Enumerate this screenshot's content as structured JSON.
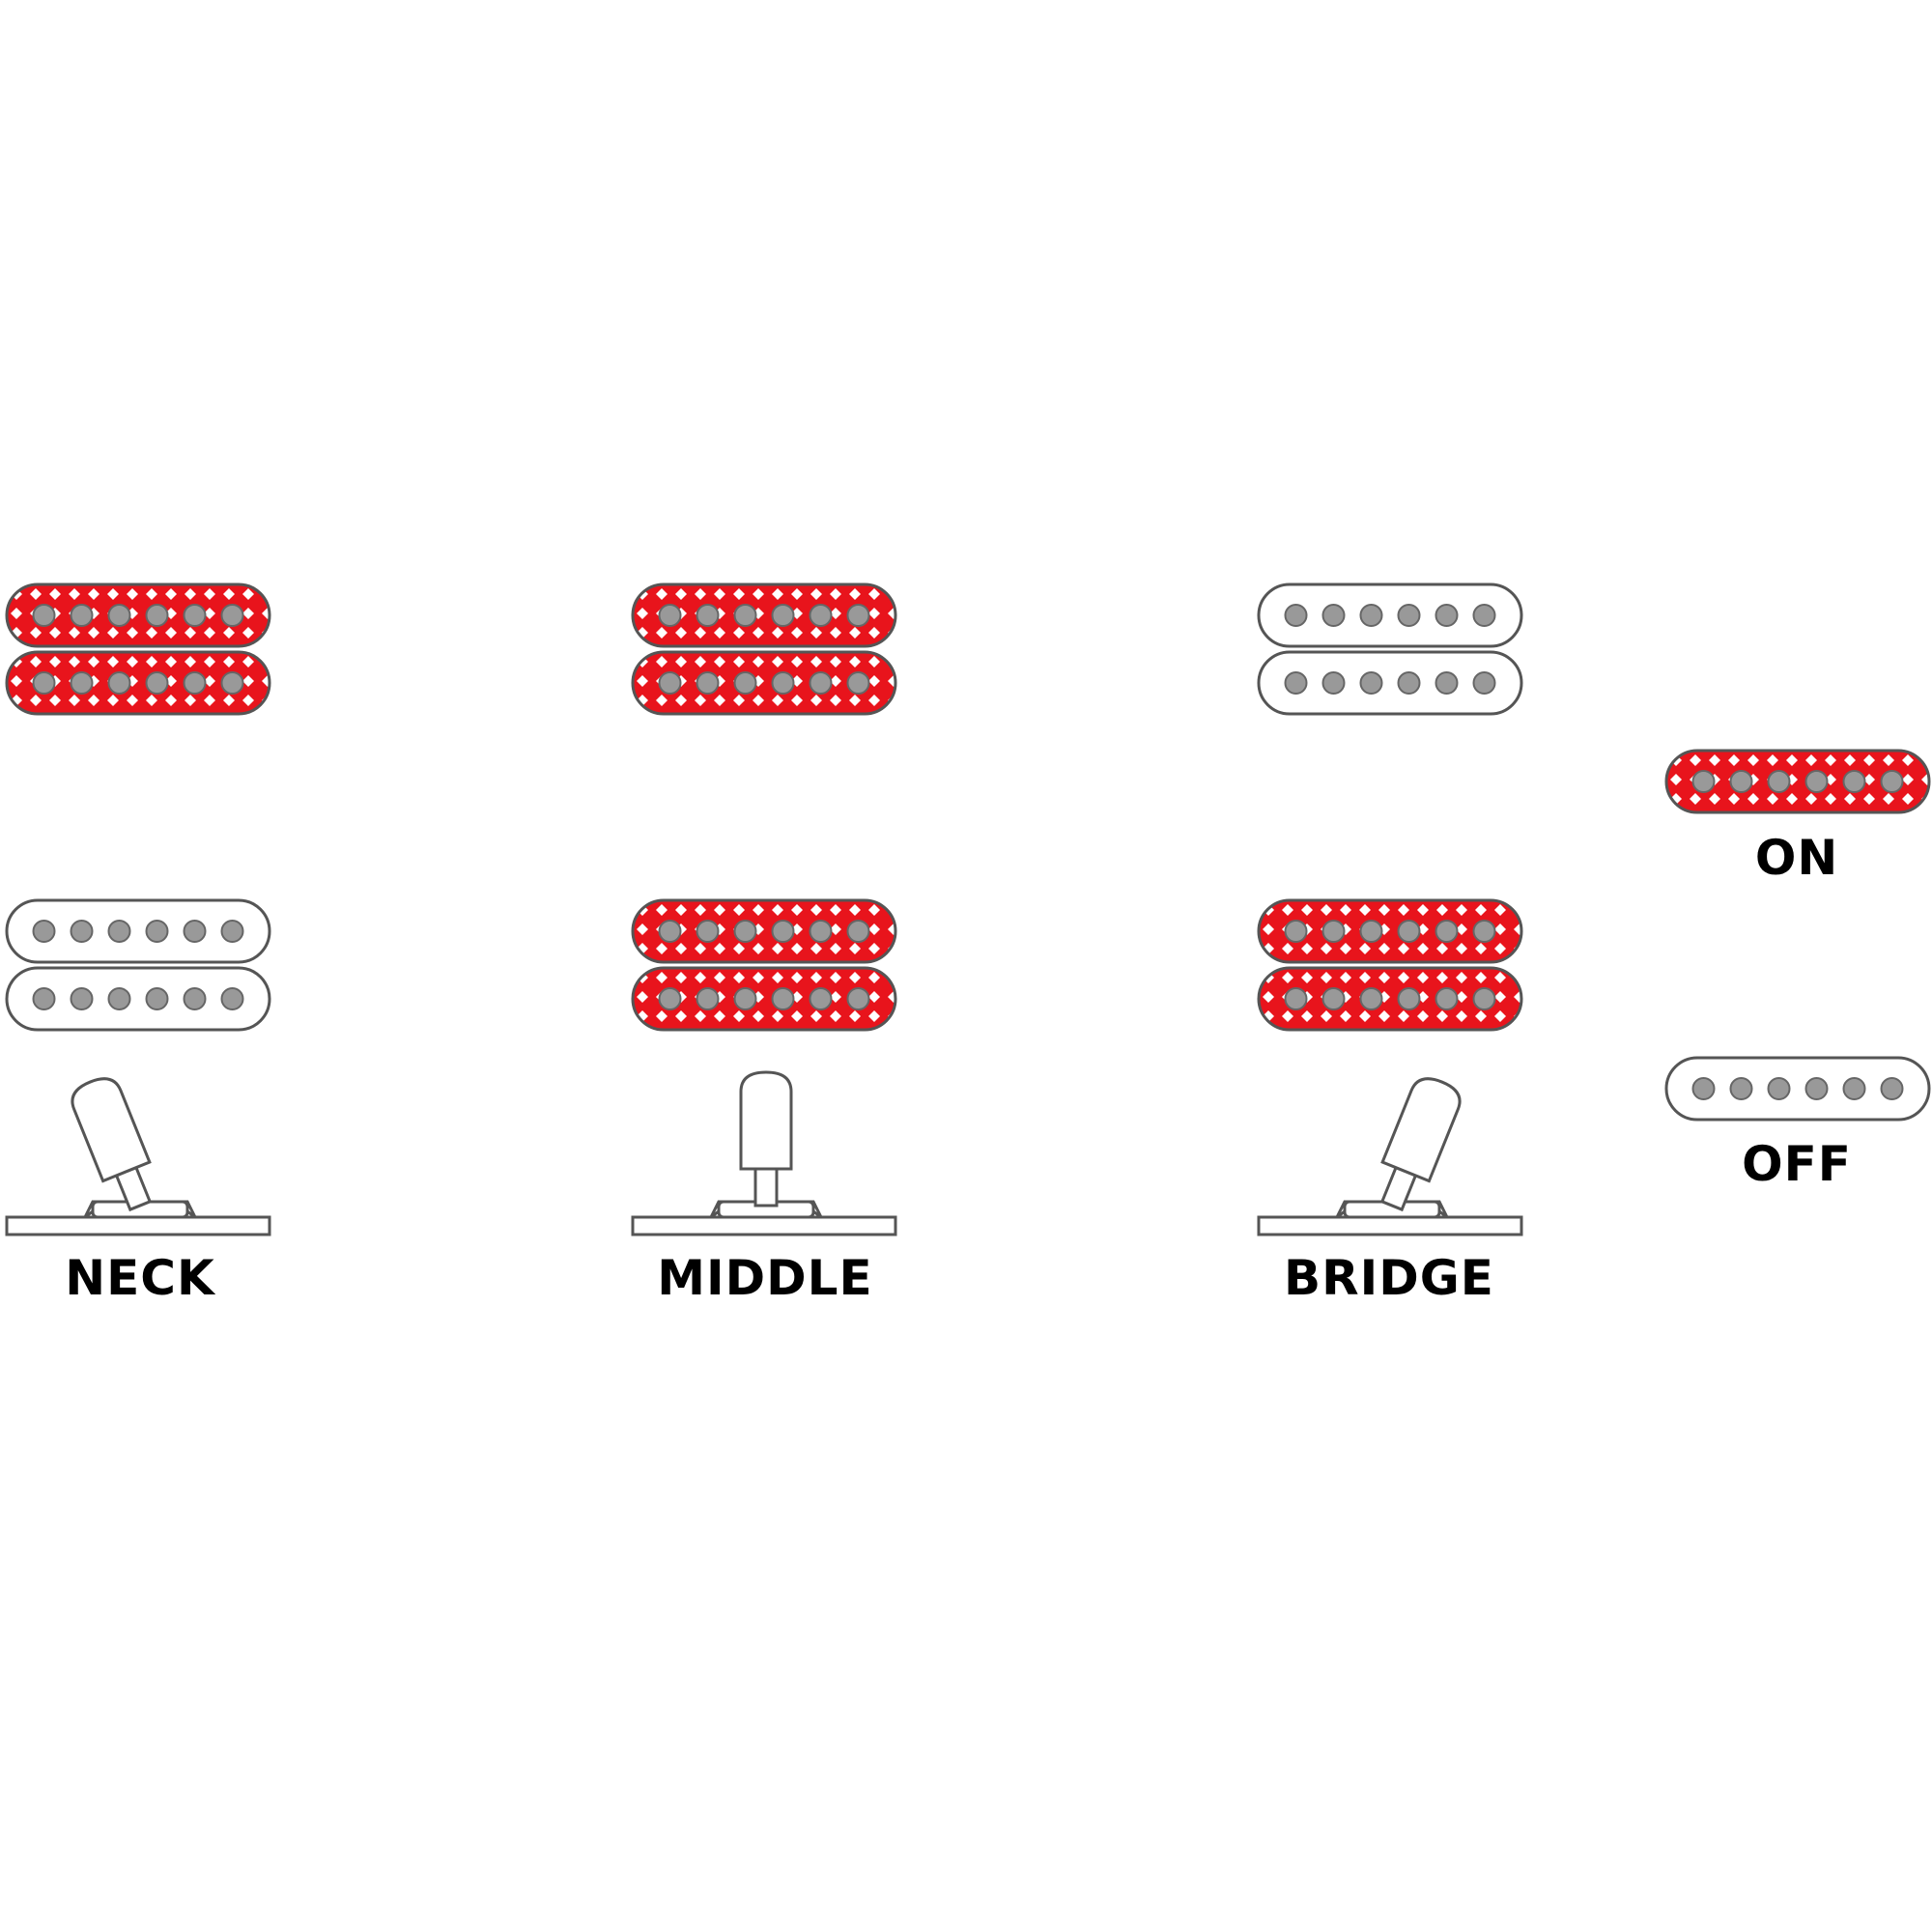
{
  "colors": {
    "active": "#e8141c",
    "inactive": "#ffffff",
    "outline": "#555555",
    "pole_fill": "#999999",
    "pole_stroke": "#666666",
    "text": "#000000"
  },
  "positions": [
    {
      "label": "NECK",
      "switch": "neck",
      "neck_pickup": "on",
      "bridge_pickup": "off"
    },
    {
      "label": "MIDDLE",
      "switch": "middle",
      "neck_pickup": "on",
      "bridge_pickup": "on"
    },
    {
      "label": "BRIDGE",
      "switch": "bridge",
      "neck_pickup": "off",
      "bridge_pickup": "on"
    }
  ],
  "legend": [
    {
      "label": "ON",
      "state": "on"
    },
    {
      "label": "OFF",
      "state": "off"
    }
  ]
}
